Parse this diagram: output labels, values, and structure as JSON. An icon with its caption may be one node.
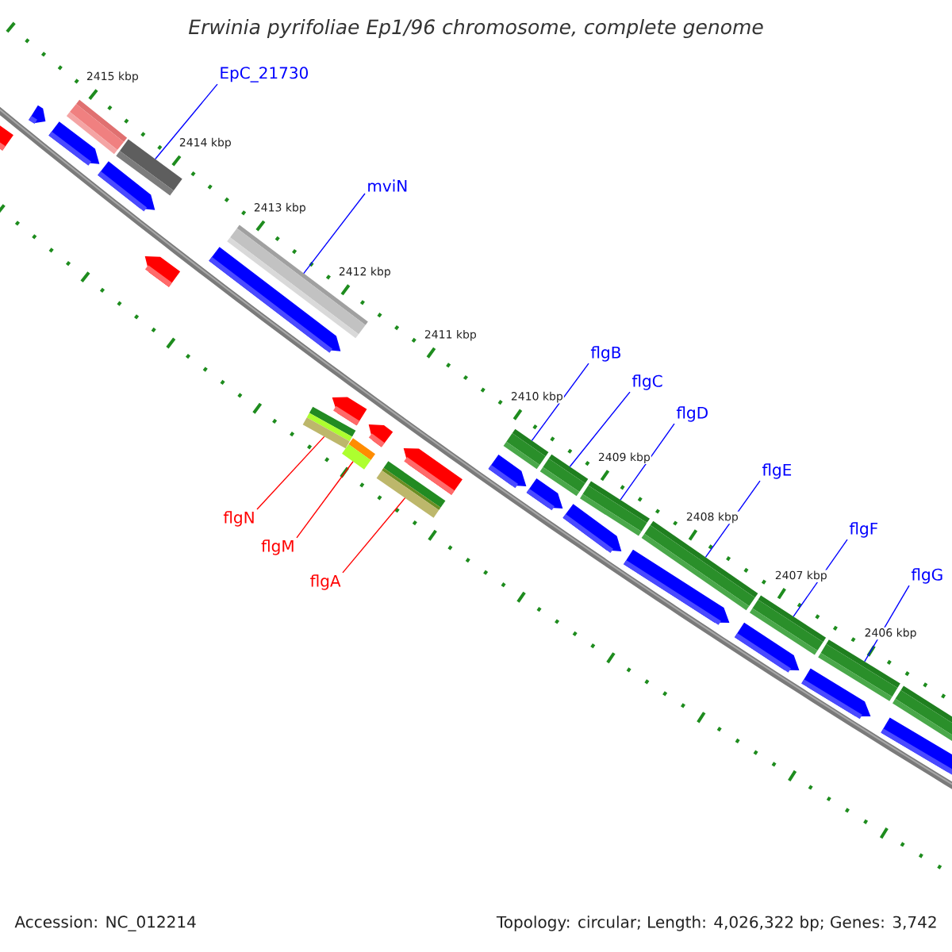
{
  "diagram": {
    "title": "Erwinia pyrifoliae Ep1/96 chromosome, complete genome",
    "nodes": [
      {
        "text": [
          "EpC_21730"
        ]
      },
      {
        "text": [],
        "shape": "bar"
      },
      {
        "text": [
          "mviN"
        ]
      },
      {
        "text": [],
        "shape": "bar"
      },
      {
        "text": [
          "flgB"
        ]
      },
      {
        "text": [],
        "shape": "bar"
      },
      {
        "text": [
          "flgC"
        ]
      },
      {
        "text": [],
        "shape": "bar"
      },
      {
        "text": [
          "flgD"
        ]
      },
      {
        "text": [],
        "shape": "bar"
      },
      {
        "text": [
          "flgE"
        ]
      },
      {
        "text": [],
        "shape": "bar"
      },
      {
        "text": [
          "flgF"
        ]
      },
      {
        "text": [],
        "shape": "bar"
      },
      {
        "text": [
          "flgG"
        ]
      },
      {
        "text": [],
        "shape": "bar"
      },
      {
        "text": [
          "flgN"
        ]
      },
      {
        "text": [],
        "shape": "bar"
      },
      {
        "text": [
          "flgM"
        ]
      },
      {
        "text": [],
        "shape": "bar"
      },
      {
        "text": [
          "flgA"
        ]
      },
      {
        "text": [],
        "shape": "bar"
      },
      {
        "text": [],
        "shape": "arrow"
      },
      {
        "text": [],
        "shape": "arrow"
      },
      {
        "text": [],
        "shape": "arrow"
      },
      {
        "text": [],
        "shape": "arrow"
      },
      {
        "text": [],
        "shape": "arrow"
      },
      {
        "text": [],
        "shape": "arrow"
      },
      {
        "text": [],
        "shape": "arrow"
      },
      {
        "text": [],
        "shape": "arrow"
      },
      {
        "text": [],
        "shape": "arrow"
      },
      {
        "text": [],
        "shape": "arrow"
      },
      {
        "text": [],
        "shape": "arrow"
      },
      {
        "text": [],
        "shape": "arrow"
      },
      {
        "text": [],
        "shape": "arrow"
      },
      {
        "text": [],
        "shape": "arrow"
      },
      {
        "text": [],
        "shape": "arrow"
      },
      {
        "text": [],
        "shape": "arrow"
      },
      {
        "text": [],
        "shape": "bar"
      },
      {
        "text": [],
        "shape": "bar"
      }
    ],
    "edges": [
      {
        "from": 0,
        "to": 1,
        "arrow": "none"
      },
      {
        "from": 2,
        "to": 3,
        "arrow": "none"
      },
      {
        "from": 4,
        "to": 5,
        "arrow": "none"
      },
      {
        "from": 6,
        "to": 7,
        "arrow": "none"
      },
      {
        "from": 8,
        "to": 9,
        "arrow": "none"
      },
      {
        "from": 10,
        "to": 11,
        "arrow": "none"
      },
      {
        "from": 12,
        "to": 13,
        "arrow": "none"
      },
      {
        "from": 14,
        "to": 15,
        "arrow": "none"
      },
      {
        "from": 16,
        "to": 17,
        "arrow": "none",
        "color": "#ff0000"
      },
      {
        "from": 18,
        "to": 19,
        "arrow": "none",
        "color": "#ff0000"
      },
      {
        "from": 20,
        "to": 21,
        "arrow": "none",
        "color": "#ff0000"
      }
    ],
    "labels": [
      "2415 kbp",
      "2414 kbp",
      "2413 kbp",
      "2412 kbp",
      "2411 kbp",
      "2410 kbp",
      "2409 kbp",
      "2408 kbp",
      "2407 kbp",
      "2406 kbp",
      "Accession: NC_012214",
      "Topology: circular; Length: 4,026,322 bp; Genes: 3,742"
    ]
  }
}
